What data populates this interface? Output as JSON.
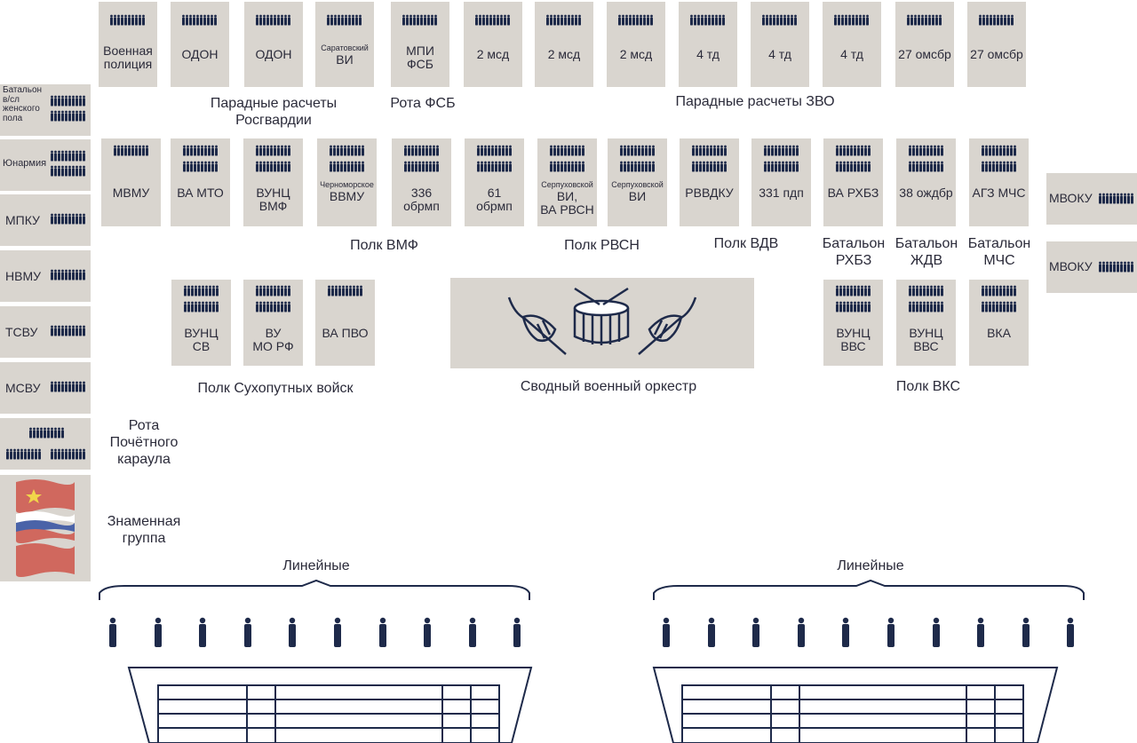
{
  "colors": {
    "box": "#d9d5cf",
    "soldier": "#1e2a4a",
    "text": "#2b2b3a",
    "flag_red": "#d0685e"
  },
  "top_row": [
    {
      "l1": "Военная",
      "l2": "полиция"
    },
    {
      "l1": "ОДОН"
    },
    {
      "l1": "ОДОН"
    },
    {
      "small": "Саратовский",
      "l1": "ВИ"
    },
    {
      "l1": "МПИ",
      "l2": "ФСБ"
    },
    {
      "l1": "2 мсд"
    },
    {
      "l1": "2 мсд"
    },
    {
      "l1": "2 мсд"
    },
    {
      "l1": "4 тд"
    },
    {
      "l1": "4 тд"
    },
    {
      "l1": "4 тд"
    },
    {
      "l1": "27 омсбр"
    },
    {
      "l1": "27 омсбр"
    }
  ],
  "mid_row": [
    {
      "l1": "МВМУ"
    },
    {
      "l1": "ВА МТО"
    },
    {
      "l1": "ВУНЦ",
      "l2": "ВМФ"
    },
    {
      "small": "Черноморское",
      "l1": "ВВМУ"
    },
    {
      "l1": "336",
      "l2": "обрмп"
    },
    {
      "l1": "61",
      "l2": "обрмп"
    },
    {
      "small": "Серпуховской",
      "l1": "ВИ,",
      "l2": "ВА РВСН"
    },
    {
      "small": "Серпуховской",
      "l1": "ВИ"
    },
    {
      "l1": "РВВДКУ"
    },
    {
      "l1": "331 пдп"
    },
    {
      "l1": "ВА РХБЗ"
    },
    {
      "l1": "38 ождбр"
    },
    {
      "l1": "АГЗ МЧС"
    }
  ],
  "low_left": [
    {
      "l1": "ВУНЦ",
      "l2": "СВ"
    },
    {
      "l1": "ВУ",
      "l2": "МО РФ"
    },
    {
      "l1": "ВА ПВО"
    }
  ],
  "low_right": [
    {
      "l1": "ВУНЦ",
      "l2": "ВВС"
    },
    {
      "l1": "ВУНЦ",
      "l2": "ВВС"
    },
    {
      "l1": "ВКА"
    }
  ],
  "left_col": [
    {
      "l1": "Батальон",
      "l2": "в/сл",
      "l3": "женского",
      "l4": "пола"
    },
    {
      "l1": "Юнармия"
    },
    {
      "l1": "МПКУ"
    },
    {
      "l1": "НВМУ"
    },
    {
      "l1": "ТСВУ"
    },
    {
      "l1": "МСВУ"
    }
  ],
  "right_col": [
    {
      "l1": "МВОКУ"
    },
    {
      "l1": "МВОКУ"
    }
  ],
  "captions": {
    "rosgvardia_1": "Парадные расчеты",
    "rosgvardia_2": "Росгвардии",
    "fsb": "Рота ФСБ",
    "zvo": "Парадные расчеты ЗВО",
    "vmf": "Полк ВМФ",
    "rvsn": "Полк РВСН",
    "vdv": "Полк ВДВ",
    "rhbz_1": "Батальон",
    "rhbz_2": "РХБЗ",
    "zhdv_1": "Батальон",
    "zhdv_2": "ЖДВ",
    "mchs_1": "Батальон",
    "mchs_2": "МЧС",
    "sv": "Полк Сухопутных войск",
    "orchestra": "Сводный военный оркестр",
    "vks": "Полк ВКС",
    "honor_1": "Рота",
    "honor_2": "Почётного",
    "honor_3": "караула",
    "banner_1": "Знаменная",
    "banner_2": "группа",
    "lineynye_left": "Линейные",
    "lineynye_right": "Линейные"
  }
}
